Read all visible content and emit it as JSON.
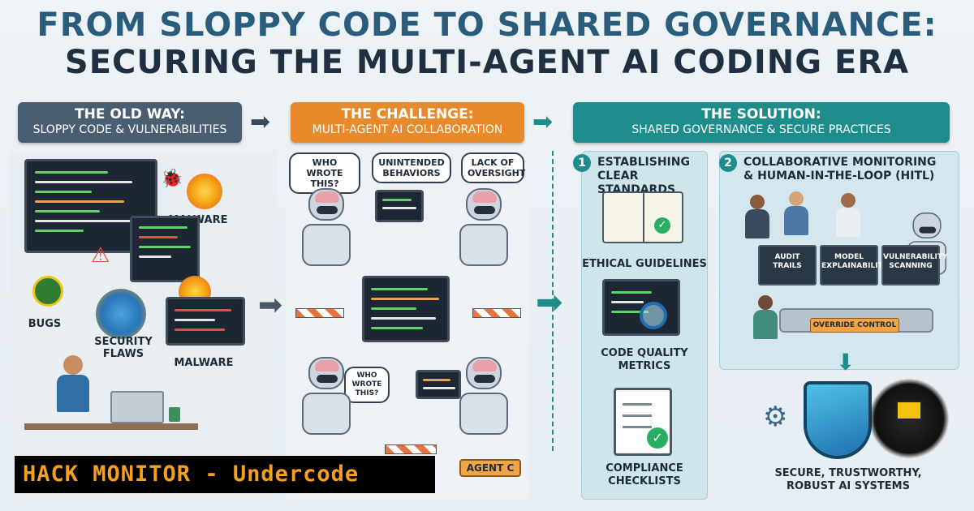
{
  "title": {
    "line1": "FROM SLOPPY CODE TO SHARED GOVERNANCE:",
    "line2": "SECURING THE MULTI-AGENT AI CODING ERA"
  },
  "sections": {
    "old": {
      "heading": "THE OLD WAY:",
      "sub": "SLOPPY CODE & VULNERABILITIES"
    },
    "challenge": {
      "heading": "THE CHALLENGE:",
      "sub": "MULTI-AGENT AI COLLABORATION"
    },
    "solution": {
      "heading": "THE SOLUTION:",
      "sub": "SHARED GOVERNANCE & SECURE PRACTICES"
    }
  },
  "old_way": {
    "malware_top": "MALWARE",
    "bugs": "BUGS",
    "security_flaws": "SECURITY\nFLAWS",
    "malware_bottom": "MALWARE"
  },
  "challenge": {
    "bubble_who_wrote": "WHO WROTE\nTHIS?",
    "bubble_unintended": "UNINTENDED\nBEHAVIORS",
    "bubble_lack": "LACK OF\nOVERSIGHT",
    "bubble_who_wrote_2": "WHO\nWROTE\nTHIS?",
    "agent_c": "AGENT C"
  },
  "solution": {
    "step1_num": "1",
    "step1_title": "ESTABLISHING\nCLEAR STANDARDS",
    "ethical": "ETHICAL GUIDELINES",
    "quality": "CODE QUALITY\nMETRICS",
    "compliance": "COMPLIANCE\nCHECKLISTS",
    "step2_num": "2",
    "step2_title": "COLLABORATIVE MONITORING\n& HUMAN-IN-THE-LOOP (HITL)",
    "audit": "AUDIT\nTRAILS",
    "explain": "MODEL\nEXPLAINABILITY",
    "vuln": "VULNERABILITY\nSCANNING",
    "override": "OVERRIDE CONTROL",
    "result": "SECURE, TRUSTWORTHY,\nROBUST AI SYSTEMS"
  },
  "watermark": "HACK MONITOR - Undercode",
  "colors": {
    "old": "#4a5e72",
    "challenge": "#e88a2c",
    "solution": "#1f8c8c",
    "watermark_text": "#f5a020"
  }
}
